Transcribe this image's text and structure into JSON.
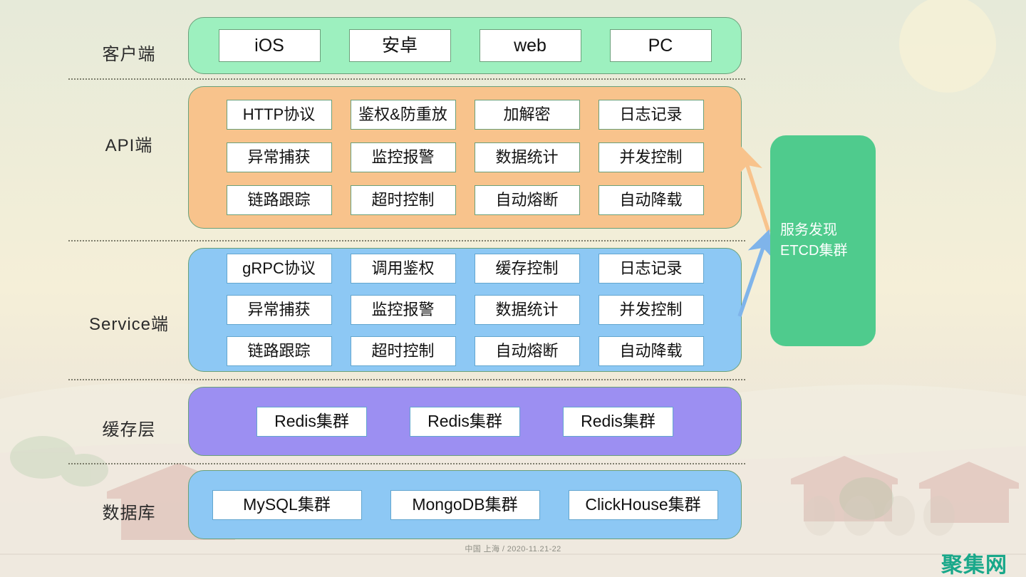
{
  "slide": {
    "footer": "中国 上海 / 2020-11.21-22",
    "watermark": "聚集网"
  },
  "colors": {
    "client_panel": "#9df0bf",
    "api_panel": "#f8c38c",
    "service_panel": "#8dc8f4",
    "cache_panel": "#9c8ff2",
    "db_panel": "#8dc8f4",
    "etcd_panel": "#4fcb8d",
    "panel_border": "#6aa07a",
    "api_arrow": "#f8c38c",
    "service_arrow": "#7fb4ea",
    "separator": "#6b6b5a",
    "watermark": "#19a88a"
  },
  "layers": [
    {
      "id": "client",
      "label": "客户端",
      "rows": [
        [
          "iOS",
          "安卓",
          "web",
          "PC"
        ]
      ]
    },
    {
      "id": "api",
      "label": "API端",
      "rows": [
        [
          "HTTP协议",
          "鉴权&防重放",
          "加解密",
          "日志记录"
        ],
        [
          "异常捕获",
          "监控报警",
          "数据统计",
          "并发控制"
        ],
        [
          "链路跟踪",
          "超时控制",
          "自动熔断",
          "自动降载"
        ]
      ]
    },
    {
      "id": "service",
      "label": "Service端",
      "rows": [
        [
          "gRPC协议",
          "调用鉴权",
          "缓存控制",
          "日志记录"
        ],
        [
          "异常捕获",
          "监控报警",
          "数据统计",
          "并发控制"
        ],
        [
          "链路跟踪",
          "超时控制",
          "自动熔断",
          "自动降载"
        ]
      ]
    },
    {
      "id": "cache",
      "label": "缓存层",
      "rows": [
        [
          "Redis集群",
          "Redis集群",
          "Redis集群"
        ]
      ]
    },
    {
      "id": "db",
      "label": "数据库",
      "rows": [
        [
          "MySQL集群",
          "MongoDB集群",
          "ClickHouse集群"
        ]
      ]
    }
  ],
  "etcd": {
    "line1": "服务发现",
    "line2": "ETCD集群"
  }
}
